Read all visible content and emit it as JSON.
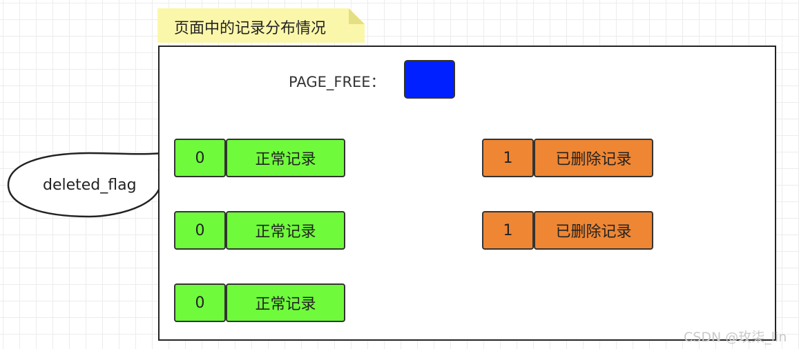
{
  "title_note": "页面中的记录分布情况",
  "page_free_label": "PAGE_FREE：",
  "normal_records": [
    {
      "flag": "0",
      "label": "正常记录"
    },
    {
      "flag": "0",
      "label": "正常记录"
    },
    {
      "flag": "0",
      "label": "正常记录"
    }
  ],
  "deleted_records": [
    {
      "flag": "1",
      "label": "已删除记录"
    },
    {
      "flag": "1",
      "label": "已删除记录"
    }
  ],
  "callout": "deleted_flag",
  "watermark": "CSDN @玫柒_lin",
  "colors": {
    "normal": "#6ffb3b",
    "deleted": "#ef8633",
    "page_free": "#0020ff",
    "note": "#fbf7aa"
  }
}
